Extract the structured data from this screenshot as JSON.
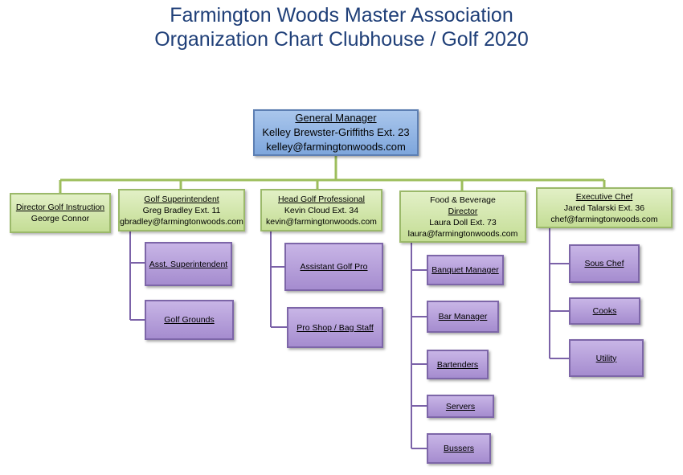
{
  "header": {
    "title_line1": "Farmington Woods Master Association",
    "title_line2": "Organization Chart Clubhouse / Golf 2020"
  },
  "colors": {
    "title": "#1f3f78",
    "general_manager_fill": "#8fb2e2",
    "department_fill": "#d3e7ad",
    "staff_fill": "#b7a0db",
    "connector": "#9dbe5c",
    "staff_connector": "#7b62a8"
  },
  "general_manager": {
    "title": "General Manager",
    "name_ext": "Kelley Brewster-Griffiths Ext. 23",
    "email": "kelley@farmingtonwoods.com"
  },
  "departments": [
    {
      "title": "Director Golf Instruction",
      "name_ext": "George Connor",
      "staff": []
    },
    {
      "title": "Golf Superintendent",
      "name_ext": "Greg Bradley Ext. 11",
      "email": "gbradley@farmingtonwoods.com",
      "staff": [
        "Asst. Superintendent",
        "Golf Grounds"
      ]
    },
    {
      "title": "Head Golf Professional",
      "name_ext": "Kevin Cloud Ext. 34",
      "email": "kevin@farmingtonwoods.com",
      "staff": [
        "Assistant Golf Pro",
        "Pro Shop / Bag Staff"
      ]
    },
    {
      "title_line1": "Food & Beverage",
      "title_line2": "Director",
      "name_ext": "Laura Doll Ext. 73",
      "email": "laura@farmingtonwoods.com",
      "staff": [
        "Banquet Manager",
        "Bar Manager",
        "Bartenders",
        "Servers",
        "Bussers"
      ]
    },
    {
      "title": "Executive Chef",
      "name_ext": "Jared Talarski Ext. 36",
      "email": "chef@farmingtonwoods.com",
      "staff": [
        "Sous Chef",
        "Cooks",
        "Utility"
      ]
    }
  ]
}
